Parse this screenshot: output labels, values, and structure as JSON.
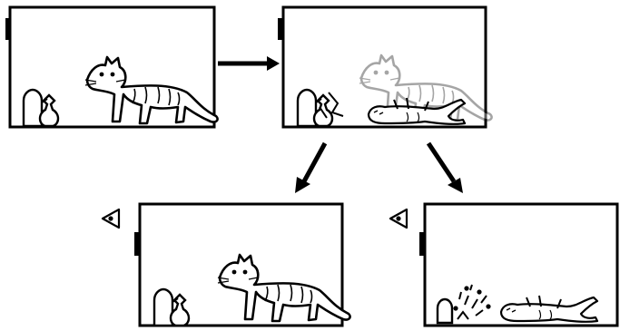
{
  "panels": [
    {
      "id": "initial-box",
      "state": "cat alive, apparatus intact"
    },
    {
      "id": "superposition-box",
      "state": "cat alive and dead superimposed, apparatus both intact and triggered"
    },
    {
      "id": "observed-alive-box",
      "state": "cat alive, apparatus intact"
    },
    {
      "id": "observed-dead-box",
      "state": "cat dead, flask shattered"
    }
  ],
  "observer_icons": [
    "eye-icon",
    "eye-icon"
  ],
  "colors": {
    "ink": "#000000",
    "background": "#ffffff"
  }
}
